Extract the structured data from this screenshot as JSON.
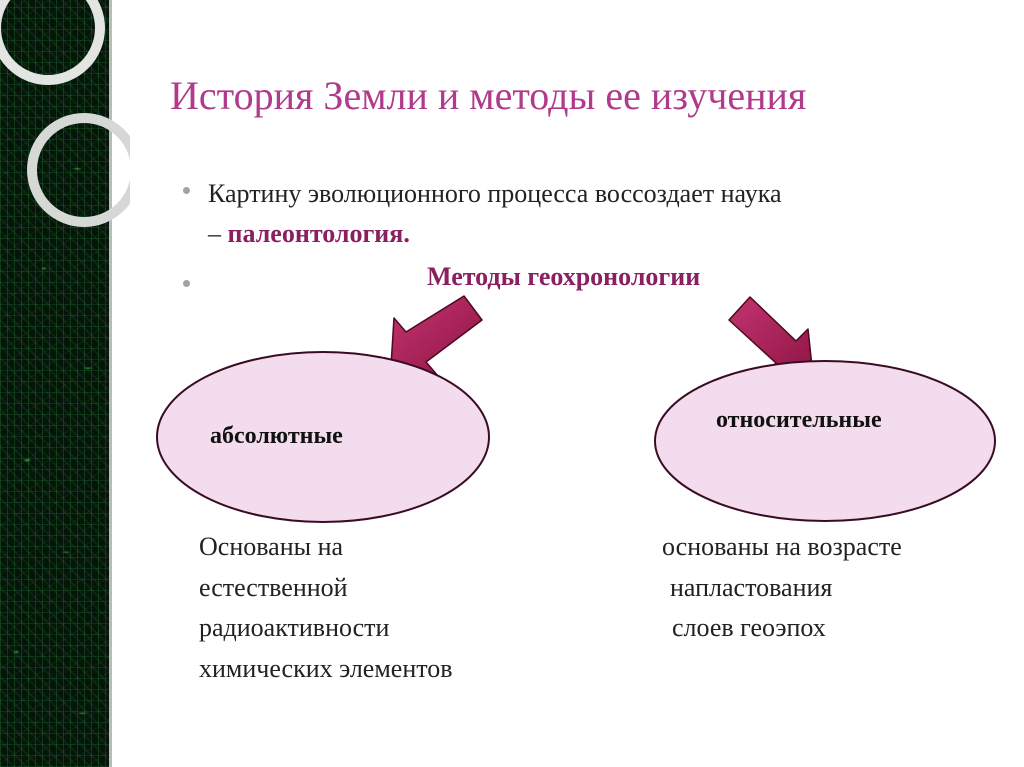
{
  "slide": {
    "title": "История Земли и методы ее изучения",
    "bullet_1": {
      "prefix": "Картину эволюционного процесса воссоздает наука",
      "dash": "– ",
      "term": "палеонтология."
    },
    "bullet_2": {
      "heading": "Методы геохронологии"
    },
    "diagram": {
      "left_oval_label": "абсолютные",
      "right_oval_label": "относительные"
    },
    "left_description": {
      "lines": [
        "Основаны на",
        "естественной",
        "радиоактивности",
        "химических элементов"
      ]
    },
    "right_description": {
      "lines": [
        "основаны на возрасте",
        "напластования",
        "слоев геоэпох"
      ]
    }
  },
  "colors": {
    "title": "#b03a8c",
    "accent_term": "#8a2060",
    "oval_fill": "#f2dcee",
    "arrow_fill": "#b01e5a",
    "body_text": "#222222",
    "bullet": "#a0a4a0"
  }
}
